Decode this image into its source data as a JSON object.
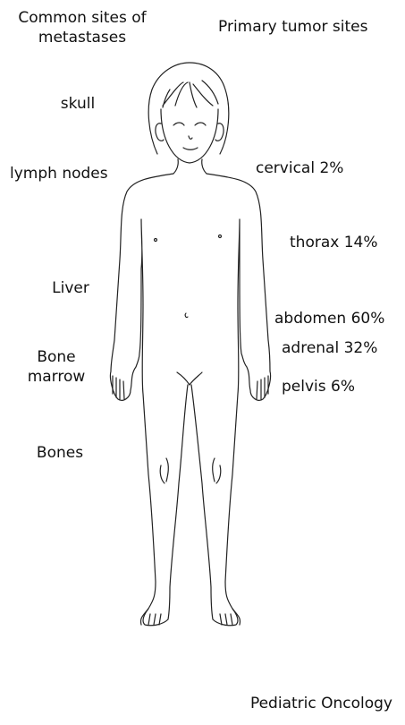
{
  "headings": {
    "metastases": [
      "Common sites of",
      "metastases"
    ],
    "primary": "Primary tumor sites"
  },
  "metastasis_sites": [
    "skull",
    "lymph nodes",
    "Liver",
    [
      "Bone",
      "marrow"
    ],
    "Bones"
  ],
  "primary_sites": [
    "cervical 2%",
    "thorax 14%",
    "abdomen 60%",
    "adrenal 32%",
    "pelvis 6%"
  ],
  "source": "Pediatric Oncology"
}
